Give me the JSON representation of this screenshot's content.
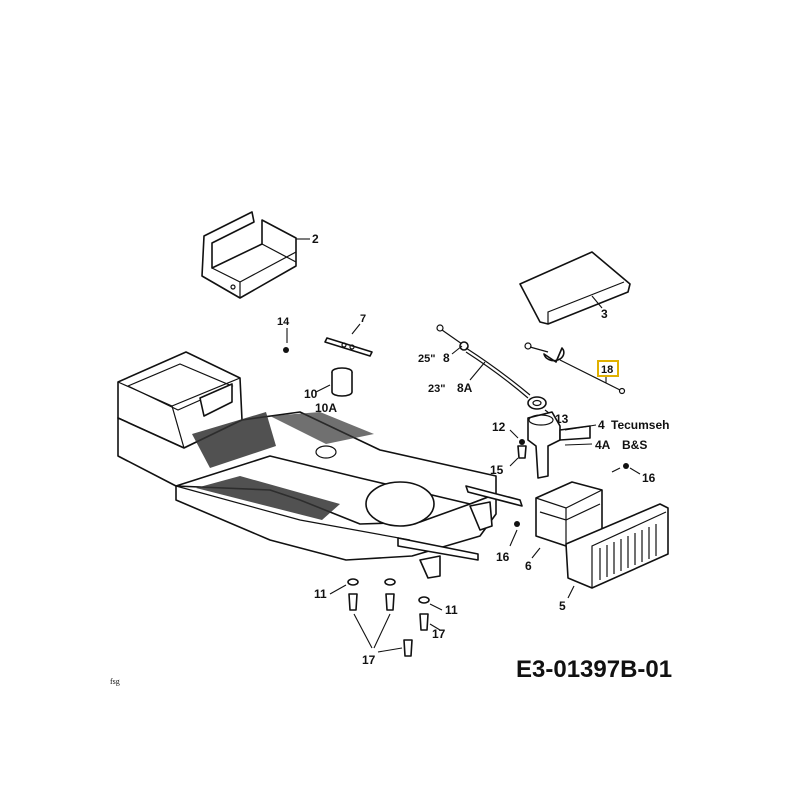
{
  "diagram": {
    "code": "E3-01397B-01",
    "small_mark": "fsg",
    "callouts": {
      "p2": "2",
      "p3": "3",
      "p14": "14",
      "p7": "7",
      "p25": "25\"",
      "p8": "8",
      "p23": "23\"",
      "p8a": "8A",
      "p18": "18",
      "p10": "10",
      "p10a": "10A",
      "p13": "13",
      "p12": "12",
      "p4": "4",
      "p4_text": "Tecumseh",
      "p4a": "4A",
      "p4a_text": "B&S",
      "p15": "15",
      "p16a": "16",
      "p16b": "16",
      "p6": "6",
      "p5": "5",
      "p11a": "11",
      "p11b": "11",
      "p17a": "17",
      "p17b": "17"
    },
    "highlight_color": "#e0b000"
  }
}
